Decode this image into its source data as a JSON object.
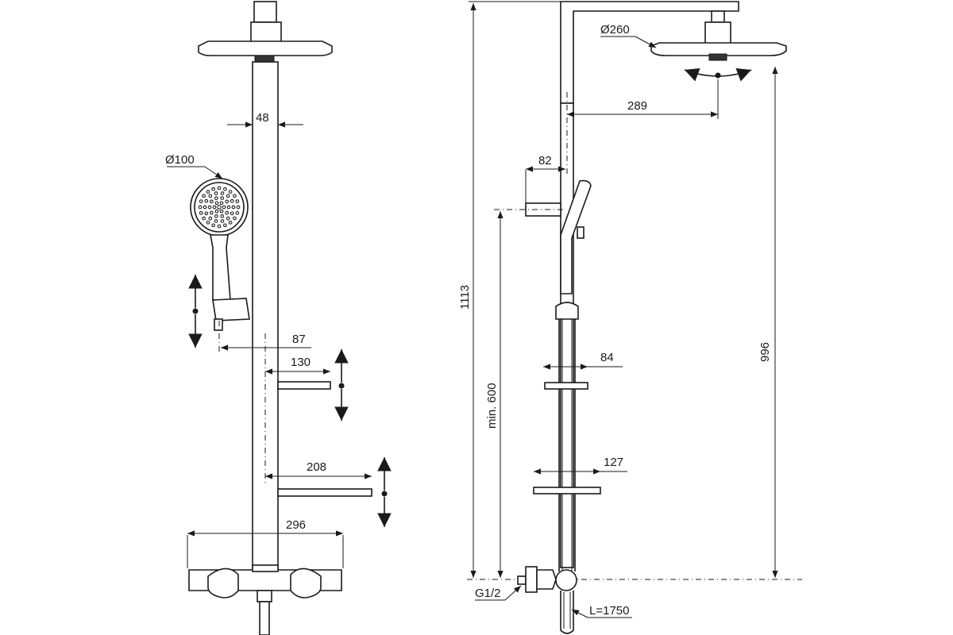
{
  "front_view": {
    "dimensions": {
      "bar_width": "48",
      "handshower_diameter": "Ø100",
      "holder_offset": "87",
      "shelf_small": "130",
      "shelf_large": "208",
      "mixer_width": "296"
    }
  },
  "side_view": {
    "dimensions": {
      "head_diameter": "Ø260",
      "arm_reach": "289",
      "holder_projection": "82",
      "total_height": "1113",
      "min_holder_height": "min. 600",
      "head_height": "996",
      "shelf_small_depth": "84",
      "shelf_large_depth": "127",
      "inlet_thread": "G1/2",
      "hose_length": "L=1750"
    }
  },
  "icons": [
    "double-arrow-icon",
    "rotate-arrow-icon"
  ]
}
